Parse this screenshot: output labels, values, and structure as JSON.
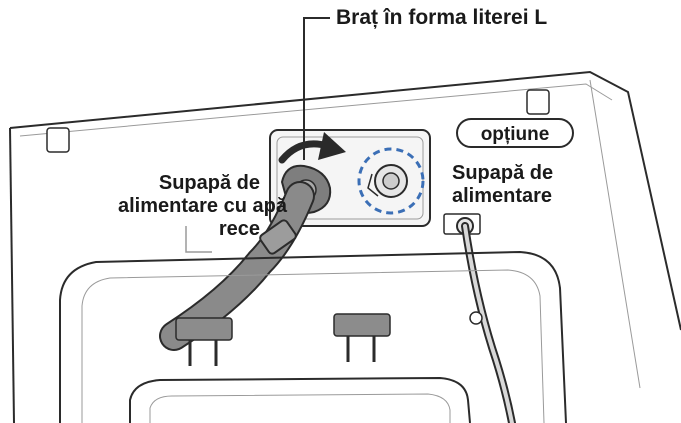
{
  "labels": {
    "arm": "Braț în forma literei L",
    "cold_valve_line1": "Supapă de",
    "cold_valve_line2": "alimentare cu apă",
    "cold_valve_line3": "rece",
    "option": "opțiune",
    "feed_valve_line1": "Supapă de",
    "feed_valve_line2": "alimentare"
  },
  "colors": {
    "outline": "#2b2b2b",
    "hose": "#8a8a8a",
    "accent_circle": "#3b6fb6",
    "rotation_arrow": "#2a2a2a"
  }
}
